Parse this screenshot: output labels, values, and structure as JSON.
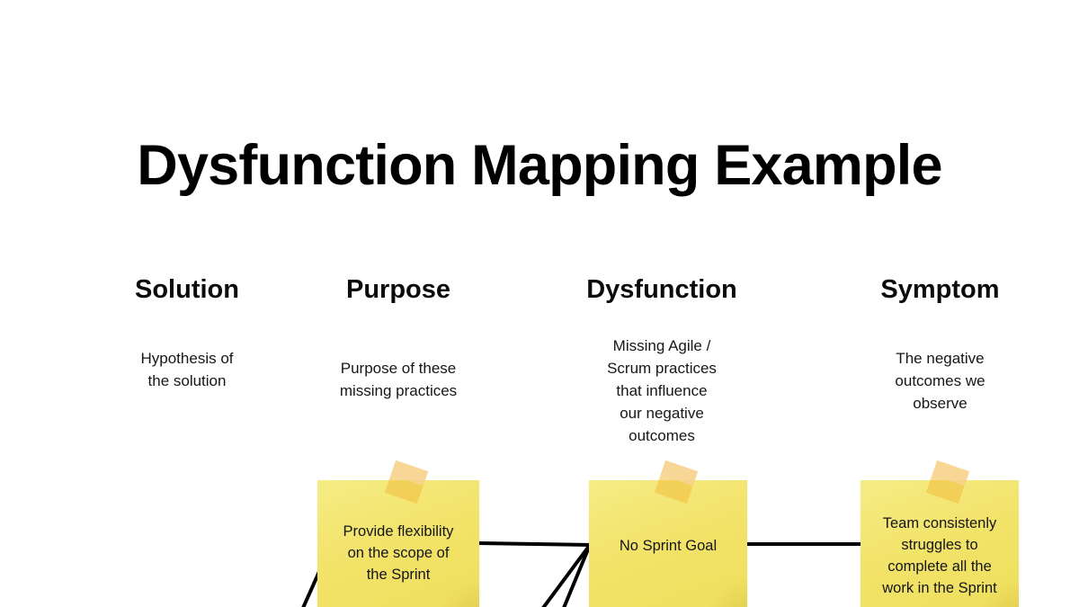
{
  "slide": {
    "title": "Dysfunction Mapping Example",
    "background_color": "#ffffff"
  },
  "columns": [
    {
      "key": "solution",
      "title": "Solution",
      "description_lines": [
        "Hypothesis of",
        "the solution"
      ]
    },
    {
      "key": "purpose",
      "title": "Purpose",
      "description_lines": [
        "Purpose of these",
        "missing practices"
      ]
    },
    {
      "key": "dysfunction",
      "title": "Dysfunction",
      "description_lines": [
        "Missing Agile /",
        "Scrum practices",
        "that influence",
        "our negative",
        "outcomes"
      ]
    },
    {
      "key": "symptom",
      "title": "Symptom",
      "description_lines": [
        "The negative",
        "outcomes we",
        "observe"
      ]
    }
  ],
  "notes": [
    {
      "key": "purpose",
      "column": "Purpose",
      "text_lines": [
        "Provide flexibility",
        "on the scope of",
        "the Sprint"
      ],
      "color": "#f2e368"
    },
    {
      "key": "dysfunction",
      "column": "Dysfunction",
      "text_lines": [
        "No Sprint Goal"
      ],
      "color": "#f2e368"
    },
    {
      "key": "symptom",
      "column": "Symptom",
      "text_lines": [
        "Team consistenly",
        "struggles to",
        "complete all the",
        "work in the Sprint"
      ],
      "color": "#f2e368"
    }
  ],
  "connectors": {
    "line_color": "#000000",
    "items": [
      {
        "name": "purpose-to-dysfunction",
        "from": "Purpose note",
        "to": "Dysfunction note"
      },
      {
        "name": "dysfunction-to-symptom",
        "from": "Dysfunction note",
        "to": "Symptom note"
      },
      {
        "name": "dysfunction-branch-1",
        "from": "Dysfunction note",
        "to": "off-slide below"
      },
      {
        "name": "dysfunction-branch-2",
        "from": "Dysfunction note",
        "to": "off-slide below"
      },
      {
        "name": "purpose-branch",
        "from": "Purpose note",
        "to": "off-slide below"
      }
    ]
  }
}
